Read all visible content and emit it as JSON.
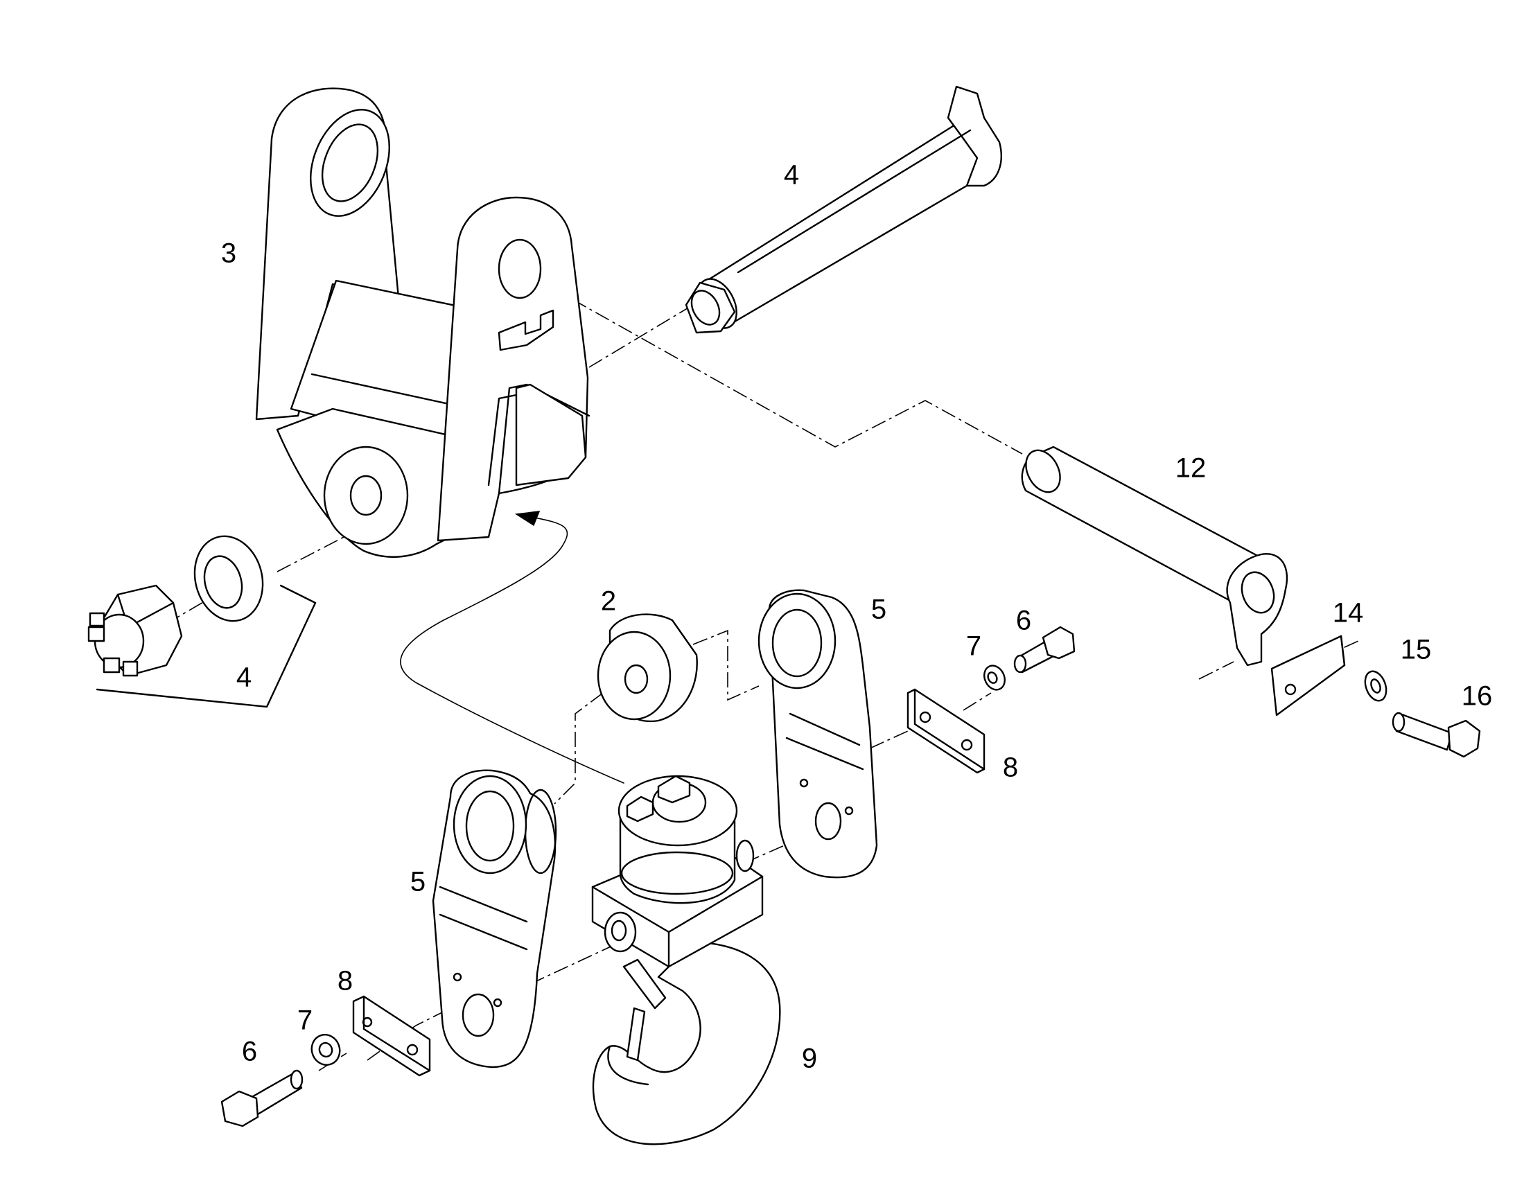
{
  "callouts": [
    {
      "id": "c3",
      "text": "3"
    },
    {
      "id": "c4a",
      "text": "4"
    },
    {
      "id": "c12",
      "text": "12"
    },
    {
      "id": "c4b",
      "text": "4"
    },
    {
      "id": "c2",
      "text": "2"
    },
    {
      "id": "c5a",
      "text": "5"
    },
    {
      "id": "c6a",
      "text": "6"
    },
    {
      "id": "c7a",
      "text": "7"
    },
    {
      "id": "c14",
      "text": "14"
    },
    {
      "id": "c15",
      "text": "15"
    },
    {
      "id": "c16",
      "text": "16"
    },
    {
      "id": "c8a",
      "text": "8"
    },
    {
      "id": "c5b",
      "text": "5"
    },
    {
      "id": "c8b",
      "text": "8"
    },
    {
      "id": "c7b",
      "text": "7"
    },
    {
      "id": "c6b",
      "text": "6"
    },
    {
      "id": "c9",
      "text": "9"
    }
  ]
}
